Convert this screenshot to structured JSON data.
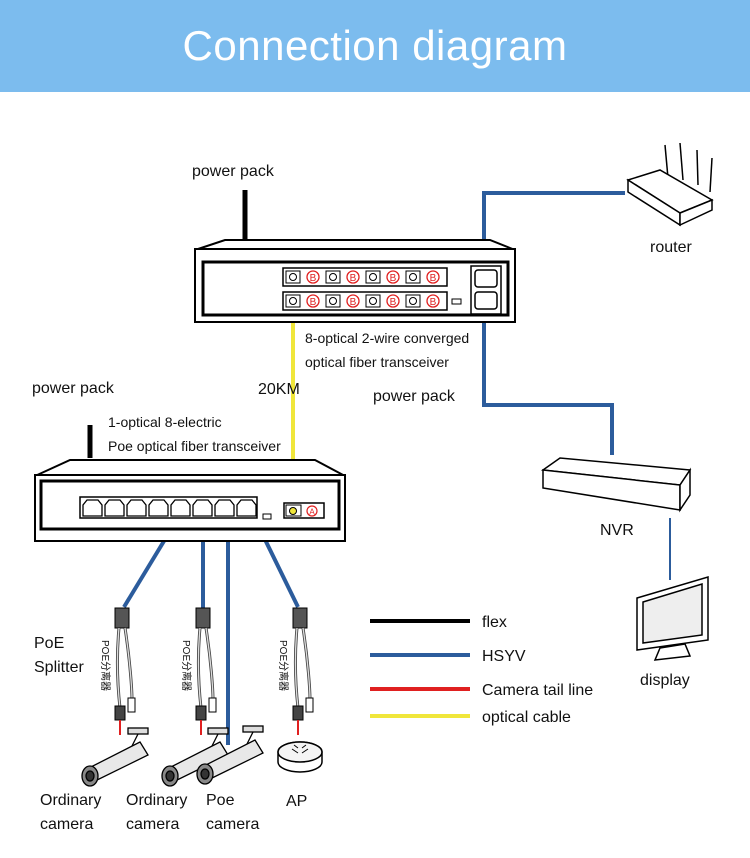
{
  "title": "Connection diagram",
  "labels": {
    "power_pack_top": "power pack",
    "power_pack_right": "power pack",
    "power_pack_left": "power pack",
    "top_device_line1": "8-optical 2-wire converged",
    "top_device_line2": "optical fiber transceiver",
    "distance": "20KM",
    "bottom_device_line1": "1-optical 8-electric",
    "bottom_device_line2": "Poe optical fiber transceiver",
    "router": "router",
    "nvr": "NVR",
    "display": "display",
    "poe_splitter_1": "PoE",
    "poe_splitter_2": "Splitter",
    "splitter_tag": "POE分离器",
    "port_a": "A",
    "port_b": "B",
    "cameras": [
      {
        "line1": "Ordinary",
        "line2": "camera"
      },
      {
        "line1": "Ordinary",
        "line2": "camera"
      },
      {
        "line1": "Poe",
        "line2": "camera"
      }
    ],
    "ap": "AP"
  },
  "legend": [
    {
      "label": "flex",
      "color": "#000000"
    },
    {
      "label": "HSYV",
      "color": "#2c5c9c"
    },
    {
      "label": "Camera tail line",
      "color": "#e02020"
    },
    {
      "label": "optical cable",
      "color": "#f0e63a"
    }
  ],
  "colors": {
    "banner": "#7cbcee",
    "blue_line": "#2c5c9c",
    "yellow_line": "#f0e63a",
    "port_red": "#e02020"
  }
}
